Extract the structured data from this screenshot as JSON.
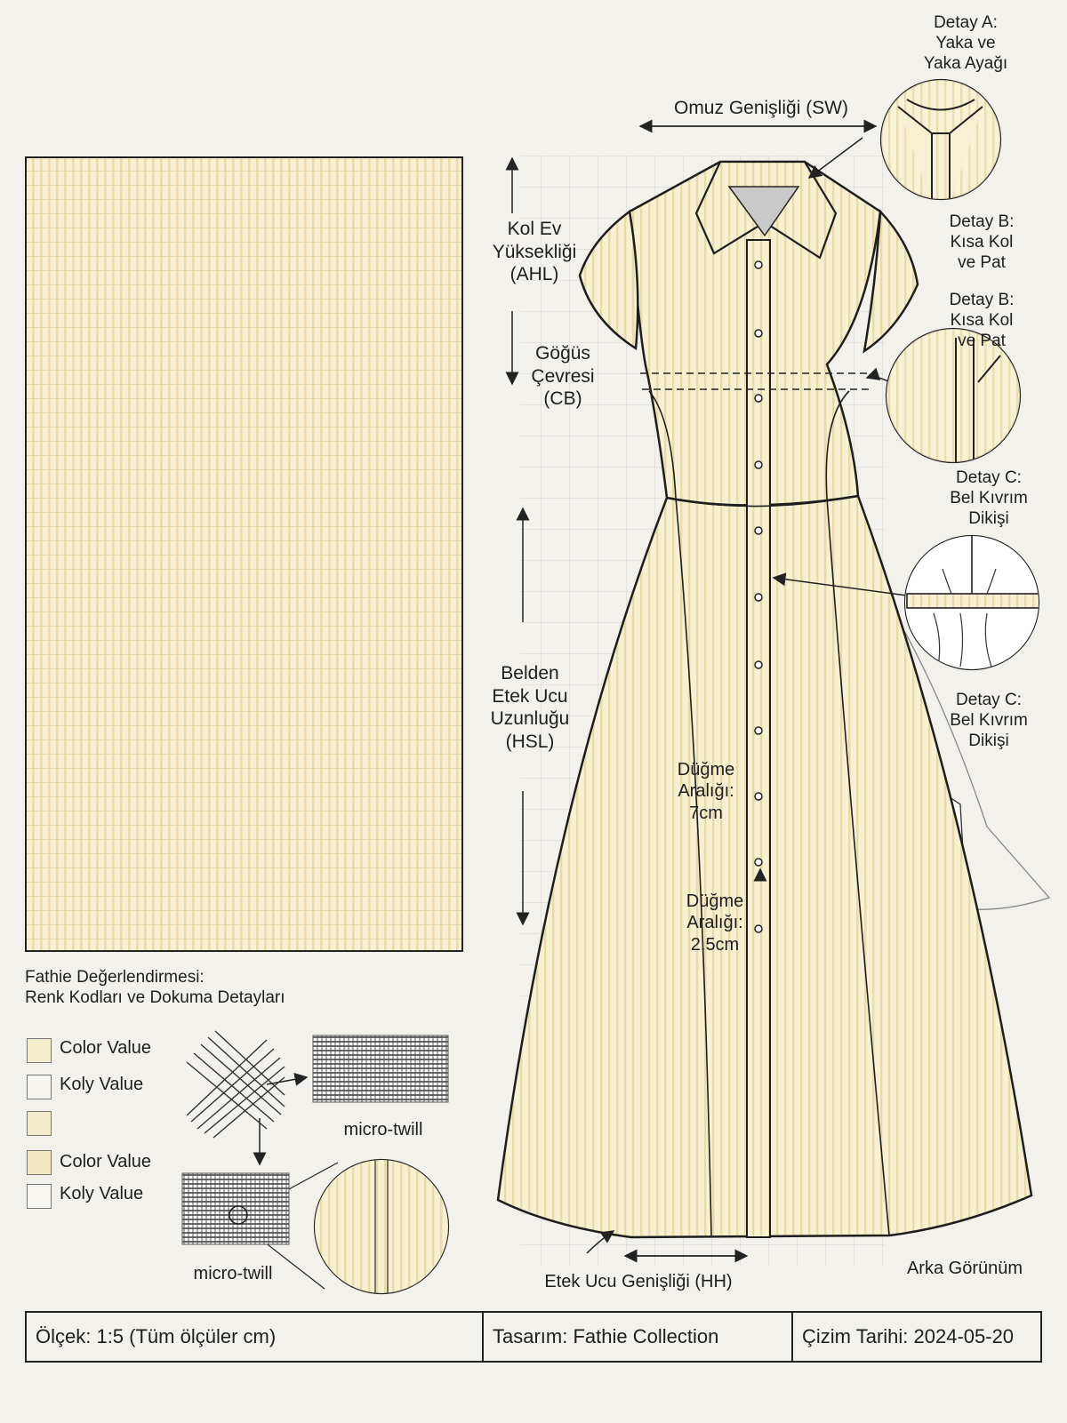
{
  "labels": {
    "detail_a": "Detay A:\nYaka ve Yaka Ayağı",
    "detail_b1": "Detay B:\nKısa Kol ve Pat",
    "detail_b2": "Detay B:\nKısa Kol ve Pat",
    "detail_c1": "Detay C:\nBel Kıvrım Dikişi",
    "detail_c2": "Detay C:\nBel Kıvrım Dikişi",
    "shoulder_width": "Omuz Genişliği (SW)",
    "armhole_height": "Kol Ev\nYüksekliği\n(AHL)",
    "chest": "Göğüs\nÇevresi\n(CB)",
    "hem_length": "Belden\nEtek Ucu\nUzunluğu\n(HSL)",
    "button_spacing_1": "Düğme\nAralığı:\n7cm",
    "button_spacing_2": "Düğme\nAralığı:\n2.5cm",
    "hem_width": "Etek Ucu Genişliği (HH)",
    "back_view": "Arka Görünüm"
  },
  "legend": {
    "title": "Fathie Değerlendirmesi:\nRenk Kodları ve Dokuma Detayları",
    "items": [
      {
        "label": "Color Value",
        "color": "#f6eecb"
      },
      {
        "label": "Koly Value",
        "color": "#f7f5f0"
      },
      {
        "label": "",
        "color": "#f5edca"
      },
      {
        "label": "Color Value",
        "color": "#f4e8c2"
      },
      {
        "label": "Koly Value",
        "color": "#f8f6f1"
      }
    ],
    "weave_label_1": "micro-twill",
    "weave_label_2": "micro-twill"
  },
  "footer": {
    "scale": "Ölçek: 1:5 (Tüm ölçüler cm)",
    "design": "Tasarım: Fathie Collection",
    "date": "Çizim Tarihi: 2024-05-20"
  },
  "colors": {
    "fabric": "#f7f0d2",
    "stripe": "#e8dba4",
    "outline": "#222222",
    "paper": "#f3f1ec"
  }
}
